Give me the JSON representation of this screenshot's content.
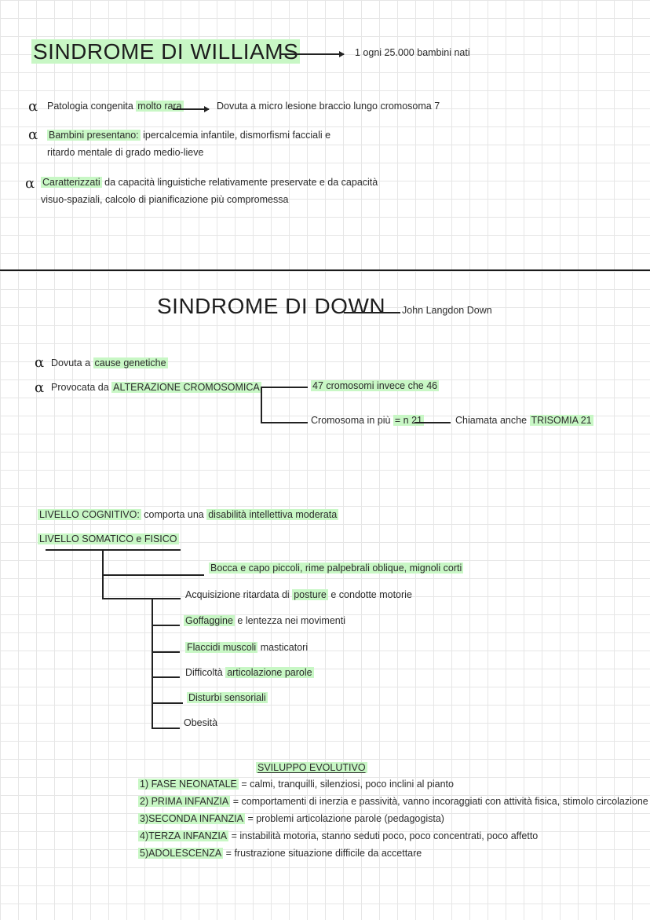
{
  "williams": {
    "title": "SINDROME DI WILLIAMS",
    "incidence": "1 ogni 25.000 bambini nati",
    "bullet_symbol": "α",
    "p1_pre": "Patologia congenita ",
    "p1_hl": "molto rara",
    "p1_post": "Dovuta a micro lesione braccio lungo cromosoma 7",
    "p2_hl": "Bambini presentano:",
    "p2_line1": " ipercalcemia infantile, dismorfismi facciali e",
    "p2_line2": "ritardo mentale di grado medio-lieve",
    "p3_hl": "Caratterizzati",
    "p3_line1": " da capacità linguistiche relativamente preservate e da capacità",
    "p3_line2": "visuo-spaziali, calcolo di pianificazione più compromessa"
  },
  "down": {
    "title": "SINDROME DI DOWN",
    "discoverer": "John Langdon Down",
    "b1_pre": "Dovuta a ",
    "b1_hl": "cause genetiche",
    "b2_pre": "Provocata da ",
    "b2_hl": "ALTERAZIONE CROMOSOMICA",
    "branch1": "47 cromosomi invece che 46",
    "branch2_pre": "Cromosoma in più ",
    "branch2_hl": "= n 21",
    "branch3_pre": "Chiamata anche ",
    "branch3_hl": "TRISOMIA 21",
    "cog_hl1": "LIVELLO COGNITIVO:",
    "cog_mid": " comporta una ",
    "cog_hl2": "disabilità intellettiva moderata",
    "somatic_title": "LIVELLO SOMATICO e FISICO",
    "s1": "Bocca e capo piccoli, rime palpebrali oblique, mignoli corti",
    "s2_pre": "Acquisizione ritardata di ",
    "s2_hl": "posture",
    "s2_post": " e condotte motorie",
    "s3_hl": "Goffaggine",
    "s3_post": " e lentezza nei movimenti",
    "s4_hl": "Flaccidi muscoli",
    "s4_post": " masticatori",
    "s5_pre": "Difficoltà ",
    "s5_hl": "articolazione parole",
    "s6_hl": "Disturbi sensoriali",
    "s7": "Obesità",
    "dev_title": "SVILUPPO EVOLUTIVO",
    "dev": [
      {
        "label": "1) FASE NEONATALE",
        "text": " = calmi, tranquilli, silenziosi, poco inclini al pianto"
      },
      {
        "label": "2) PRIMA INFANZIA",
        "text": " = comportamenti di inerzia e passività, vanno incoraggiati con attività fisica, stimolo circolazione"
      },
      {
        "label": "3)SECONDA INFANZIA",
        "text": " = problemi articolazione parole (pedagogista)"
      },
      {
        "label": "4)TERZA INFANZIA",
        "text": " = instabilità motoria, stanno seduti poco, poco concentrati, poco affetto"
      },
      {
        "label": "5)ADOLESCENZA",
        "text": " = frustrazione situazione difficile da accettare"
      }
    ]
  }
}
